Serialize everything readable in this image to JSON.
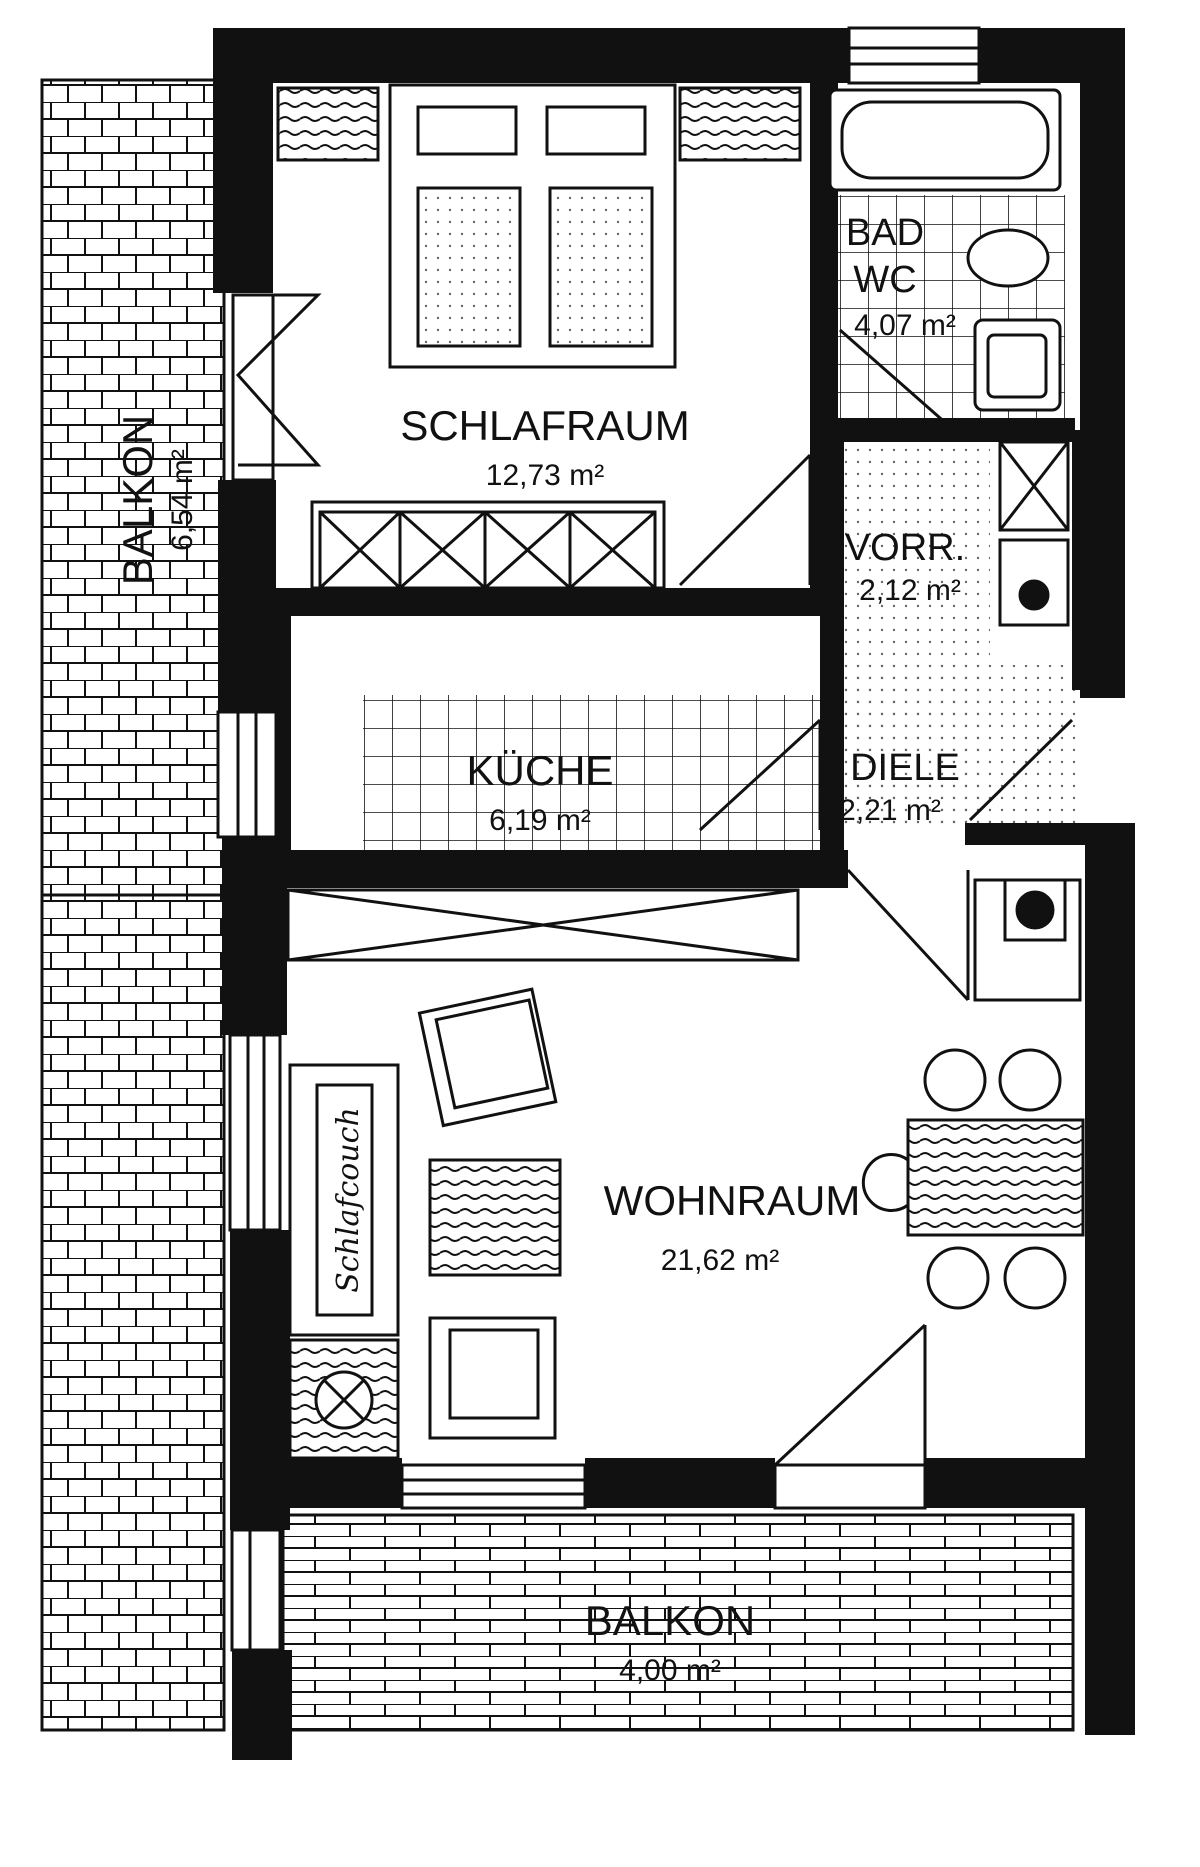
{
  "rooms": {
    "schlafraum": {
      "name": "SCHLAFRAUM",
      "area": "12,73 m²"
    },
    "bad": {
      "name_line1": "BAD",
      "name_line2": "WC",
      "area": "4,07 m²"
    },
    "vorr": {
      "name": "VORR.",
      "area": "2,12 m²"
    },
    "kueche": {
      "name": "KÜCHE",
      "area": "6,19 m²"
    },
    "diele": {
      "name": "DIELE",
      "area": "2,21 m²"
    },
    "wohnraum": {
      "name": "WOHNRAUM",
      "area": "21,62 m²"
    },
    "balkon_side": {
      "name": "BALKON",
      "area": "6,54 m²"
    },
    "balkon_bottom": {
      "name": "BALKON",
      "area": "4,00 m²"
    }
  },
  "furniture": {
    "schlafcouch": "Schlafcouch"
  },
  "colors": {
    "wall": "#111111",
    "line": "#111111",
    "paper": "#ffffff"
  }
}
